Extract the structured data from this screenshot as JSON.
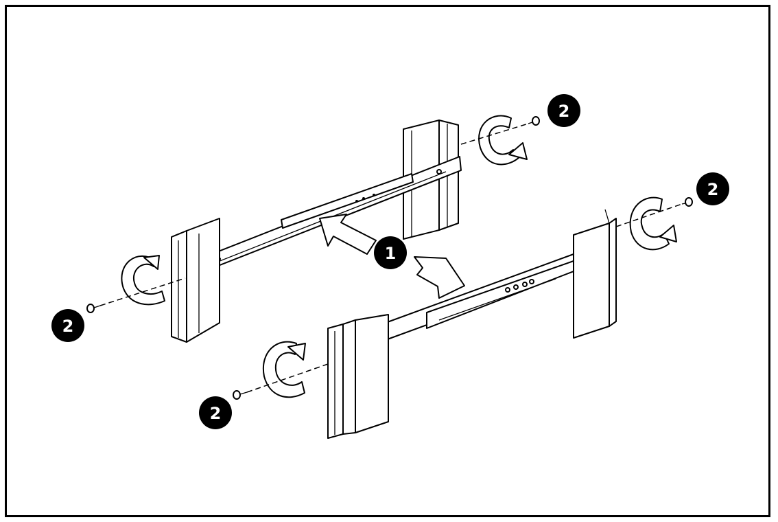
{
  "diagram": {
    "steps": [
      {
        "id": "step-1",
        "label": "1"
      },
      {
        "id": "step-2",
        "label": "2"
      }
    ],
    "callouts": {
      "top_right": "2",
      "mid_right": "2",
      "left": "2",
      "bottom_left": "2",
      "center": "1"
    },
    "colors": {
      "ink": "#000000",
      "paper": "#ffffff"
    },
    "icons": [
      "rotate-icon",
      "arrow-icon",
      "screw-icon",
      "rail-icon",
      "rack-post-icon"
    ]
  }
}
